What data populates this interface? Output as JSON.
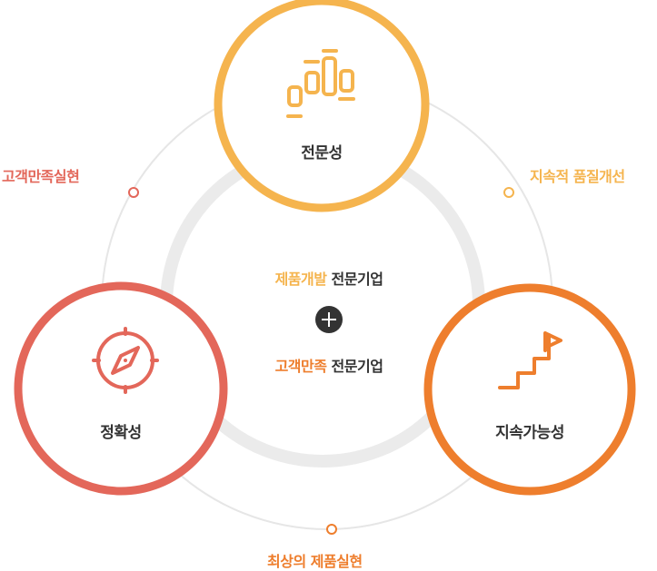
{
  "colors": {
    "expertise": "#F5B44E",
    "accuracy": "#E3675A",
    "sustainability": "#EE7E2D",
    "ring": "#EBEBEB",
    "outer_ring": "#E6E6E6",
    "plus_bg": "#333333",
    "text": "#333333"
  },
  "circles": {
    "expertise": {
      "label": "전문성",
      "icon": "blocks-icon"
    },
    "accuracy": {
      "label": "정확성",
      "icon": "compass-icon"
    },
    "sustainability": {
      "label": "지속가능성",
      "icon": "stairs-flag-icon"
    }
  },
  "outer_labels": {
    "customer_satisfaction": "고객만족실현",
    "sustained_quality": "지속적 품질개선",
    "best_product": "최상의 제품실현"
  },
  "center": {
    "line1_highlight": "제품개발",
    "line1_rest": " 전문기업",
    "line2_highlight": "고객만족",
    "line2_rest": " 전문기업",
    "plus_symbol": "+"
  }
}
